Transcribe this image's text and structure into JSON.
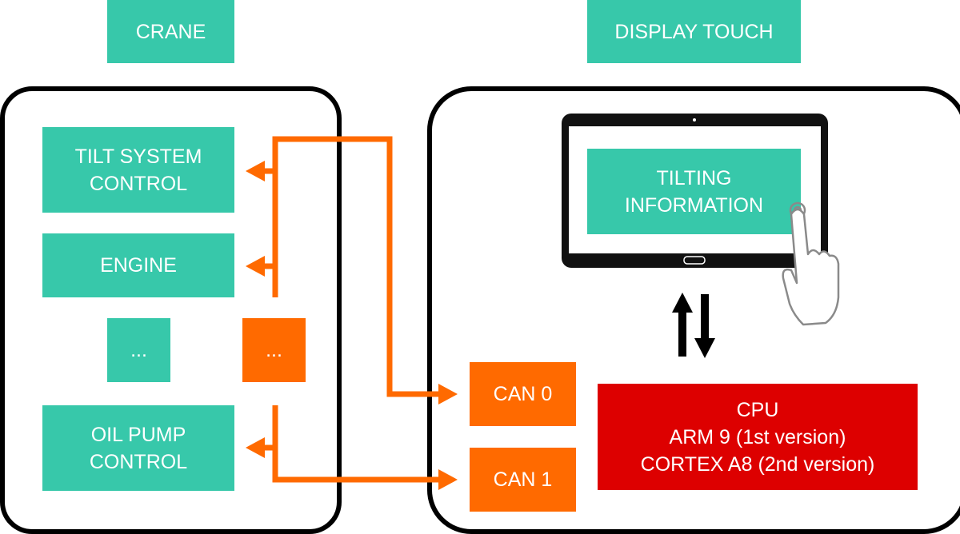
{
  "crane": {
    "header": "CRANE",
    "tilt_system_control": "TILT SYSTEM\nCONTROL",
    "engine": "ENGINE",
    "ellipsis_teal": "...",
    "ellipsis_orange": "...",
    "oil_pump_control": "OIL PUMP\nCONTROL"
  },
  "display_touch": {
    "header": "DISPLAY TOUCH",
    "screen_text": "TILTING\nINFORMATION",
    "can0": "CAN 0",
    "can1": "CAN 1",
    "cpu": "CPU\nARM 9 (1st version)\nCORTEX A8 (2nd version)"
  },
  "colors": {
    "teal": "#37c8aa",
    "orange": "#ff6a00",
    "cpu_red": "#dd0000",
    "outline": "#000000"
  },
  "icons": [
    "tablet-icon",
    "touch-hand-icon",
    "bidirectional-arrows-icon"
  ]
}
